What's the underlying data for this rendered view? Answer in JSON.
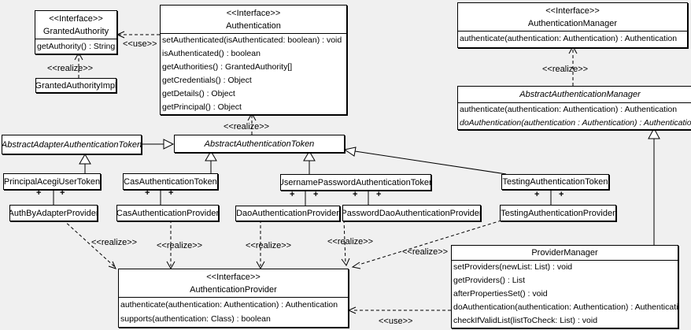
{
  "diagram": {
    "background_color": "#f0f0f0",
    "box_fill": "#ffffff",
    "line_color": "#000000"
  },
  "labels": {
    "use": "<<use>>",
    "realize": "<<realize>>",
    "plus": "+"
  },
  "classes": {
    "granted_authority": {
      "stereotype": "<<Interface>>",
      "name": "GrantedAuthority",
      "methods": [
        "getAuthority() : String"
      ]
    },
    "granted_authority_impl": {
      "name": "GrantedAuthorityImpl"
    },
    "authentication": {
      "stereotype": "<<Interface>>",
      "name": "Authentication",
      "methods": [
        "setAuthenticated(isAuthenticated: boolean) : void",
        "isAuthenticated() : boolean",
        "getAuthorities() : GrantedAuthority[]",
        "getCredentials() : Object",
        "getDetails() : Object",
        "getPrincipal() : Object"
      ]
    },
    "authentication_manager": {
      "stereotype": "<<Interface>>",
      "name": "AuthenticationManager",
      "methods": [
        "authenticate(authentication: Authentication) : Authentication"
      ]
    },
    "abstract_authentication_manager": {
      "name": "AbstractAuthenticationManager",
      "methods": [
        "authenticate(authentication: Authentication) : Authentication",
        "doAuthentication(authentication : Authentication) : Authentication"
      ]
    },
    "abstract_adapter_authentication_token": {
      "name": "AbstractAdapterAuthenticationToken"
    },
    "abstract_authentication_token": {
      "name": "AbstractAuthenticationToken"
    },
    "principal_acegi_user_token": {
      "name": "PrincipalAcegiUserToken"
    },
    "cas_authentication_token": {
      "name": "CasAuthenticationToken"
    },
    "username_password_authentication_token": {
      "name": "UsernamePasswordAuthenticationToken"
    },
    "testing_authentication_token": {
      "name": "TestingAuthenticationToken"
    },
    "auth_by_adapter_provider": {
      "name": "AuthByAdapterProvider"
    },
    "cas_authentication_provider": {
      "name": "CasAuthenticationProvider"
    },
    "dao_authentication_provider": {
      "name": "DaoAuthenticationProvider"
    },
    "password_dao_authentication_provider": {
      "name": "PasswordDaoAuthenticationProvider"
    },
    "testing_authentication_provider": {
      "name": "TestingAuthenticationProvider"
    },
    "authentication_provider": {
      "stereotype": "<<Interface>>",
      "name": "AuthenticationProvider",
      "methods": [
        "authenticate(authentication: Authentication) : Authentication",
        "supports(authentication: Class) : boolean"
      ]
    },
    "provider_manager": {
      "name": "ProviderManager",
      "methods": [
        "setProviders(newList: List) : void",
        "getProviders() : List",
        "afterPropertiesSet() : void",
        "doAuthentication(authentication: Authentication) : Authentication",
        "checkIfValidList(listToCheck: List) : void"
      ]
    }
  }
}
